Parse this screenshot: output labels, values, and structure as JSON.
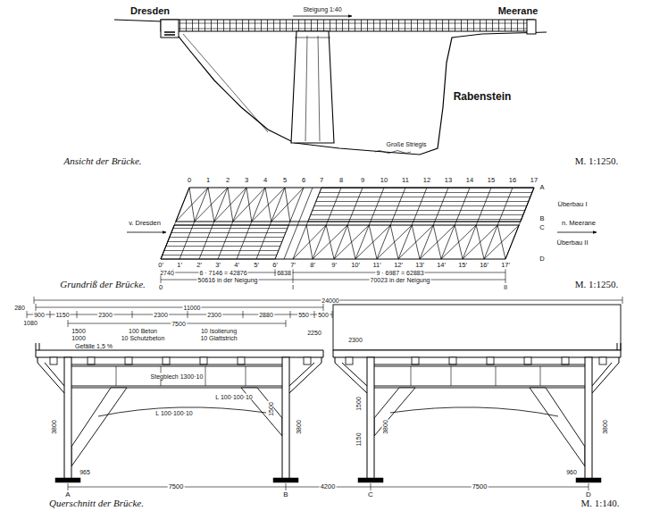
{
  "diagram": {
    "labels": [
      "Dresden",
      "Meerane",
      "Steigung 1:40",
      "Rabenstein",
      "Große Striegis",
      "Ansicht der Brücke.",
      "M. 1:1250.",
      "0",
      "1",
      "2",
      "3",
      "4",
      "5",
      "6",
      "7",
      "8",
      "9",
      "10",
      "11",
      "12",
      "13",
      "14",
      "15",
      "16",
      "17",
      "0′",
      "1′",
      "2′",
      "3′",
      "4′",
      "5′",
      "6′",
      "7′",
      "8′",
      "9′",
      "10′",
      "11′",
      "12′",
      "13′",
      "14′",
      "15′",
      "16′",
      "17′",
      "A",
      "B",
      "C",
      "D",
      "Überbau I",
      "Überbau II",
      "v. Dresden",
      "n. Meerane",
      "2740",
      "6 · 7146 = 42876",
      "6838",
      "9 · 6987 = 62883",
      "50616 in der Neigung",
      "70023 in der Neigung",
      "0",
      "I",
      "II",
      "Grundriß der Brücke.",
      "M. 1:1250.",
      "24000",
      "11000",
      "280",
      "1080",
      "900",
      "1150",
      "2300",
      "2300",
      "2300",
      "2880",
      "550",
      "500",
      "7500",
      "1500",
      "1000",
      "Gefälle 1,5 %",
      "100 Beton",
      "10 Schutzbeton",
      "10 Isolierung",
      "10 Glattstrich",
      "2250",
      "2300",
      "Stegblech 1300·10",
      "L 100·100·10",
      "L 100·100·10",
      "3800",
      "1500",
      "3800",
      "1500",
      "1150",
      "3800",
      "3800",
      "965",
      "960",
      "7500",
      "4200",
      "7500",
      "A",
      "B",
      "C",
      "D",
      "Querschnitt der Brücke.",
      "M. 1:140."
    ]
  }
}
